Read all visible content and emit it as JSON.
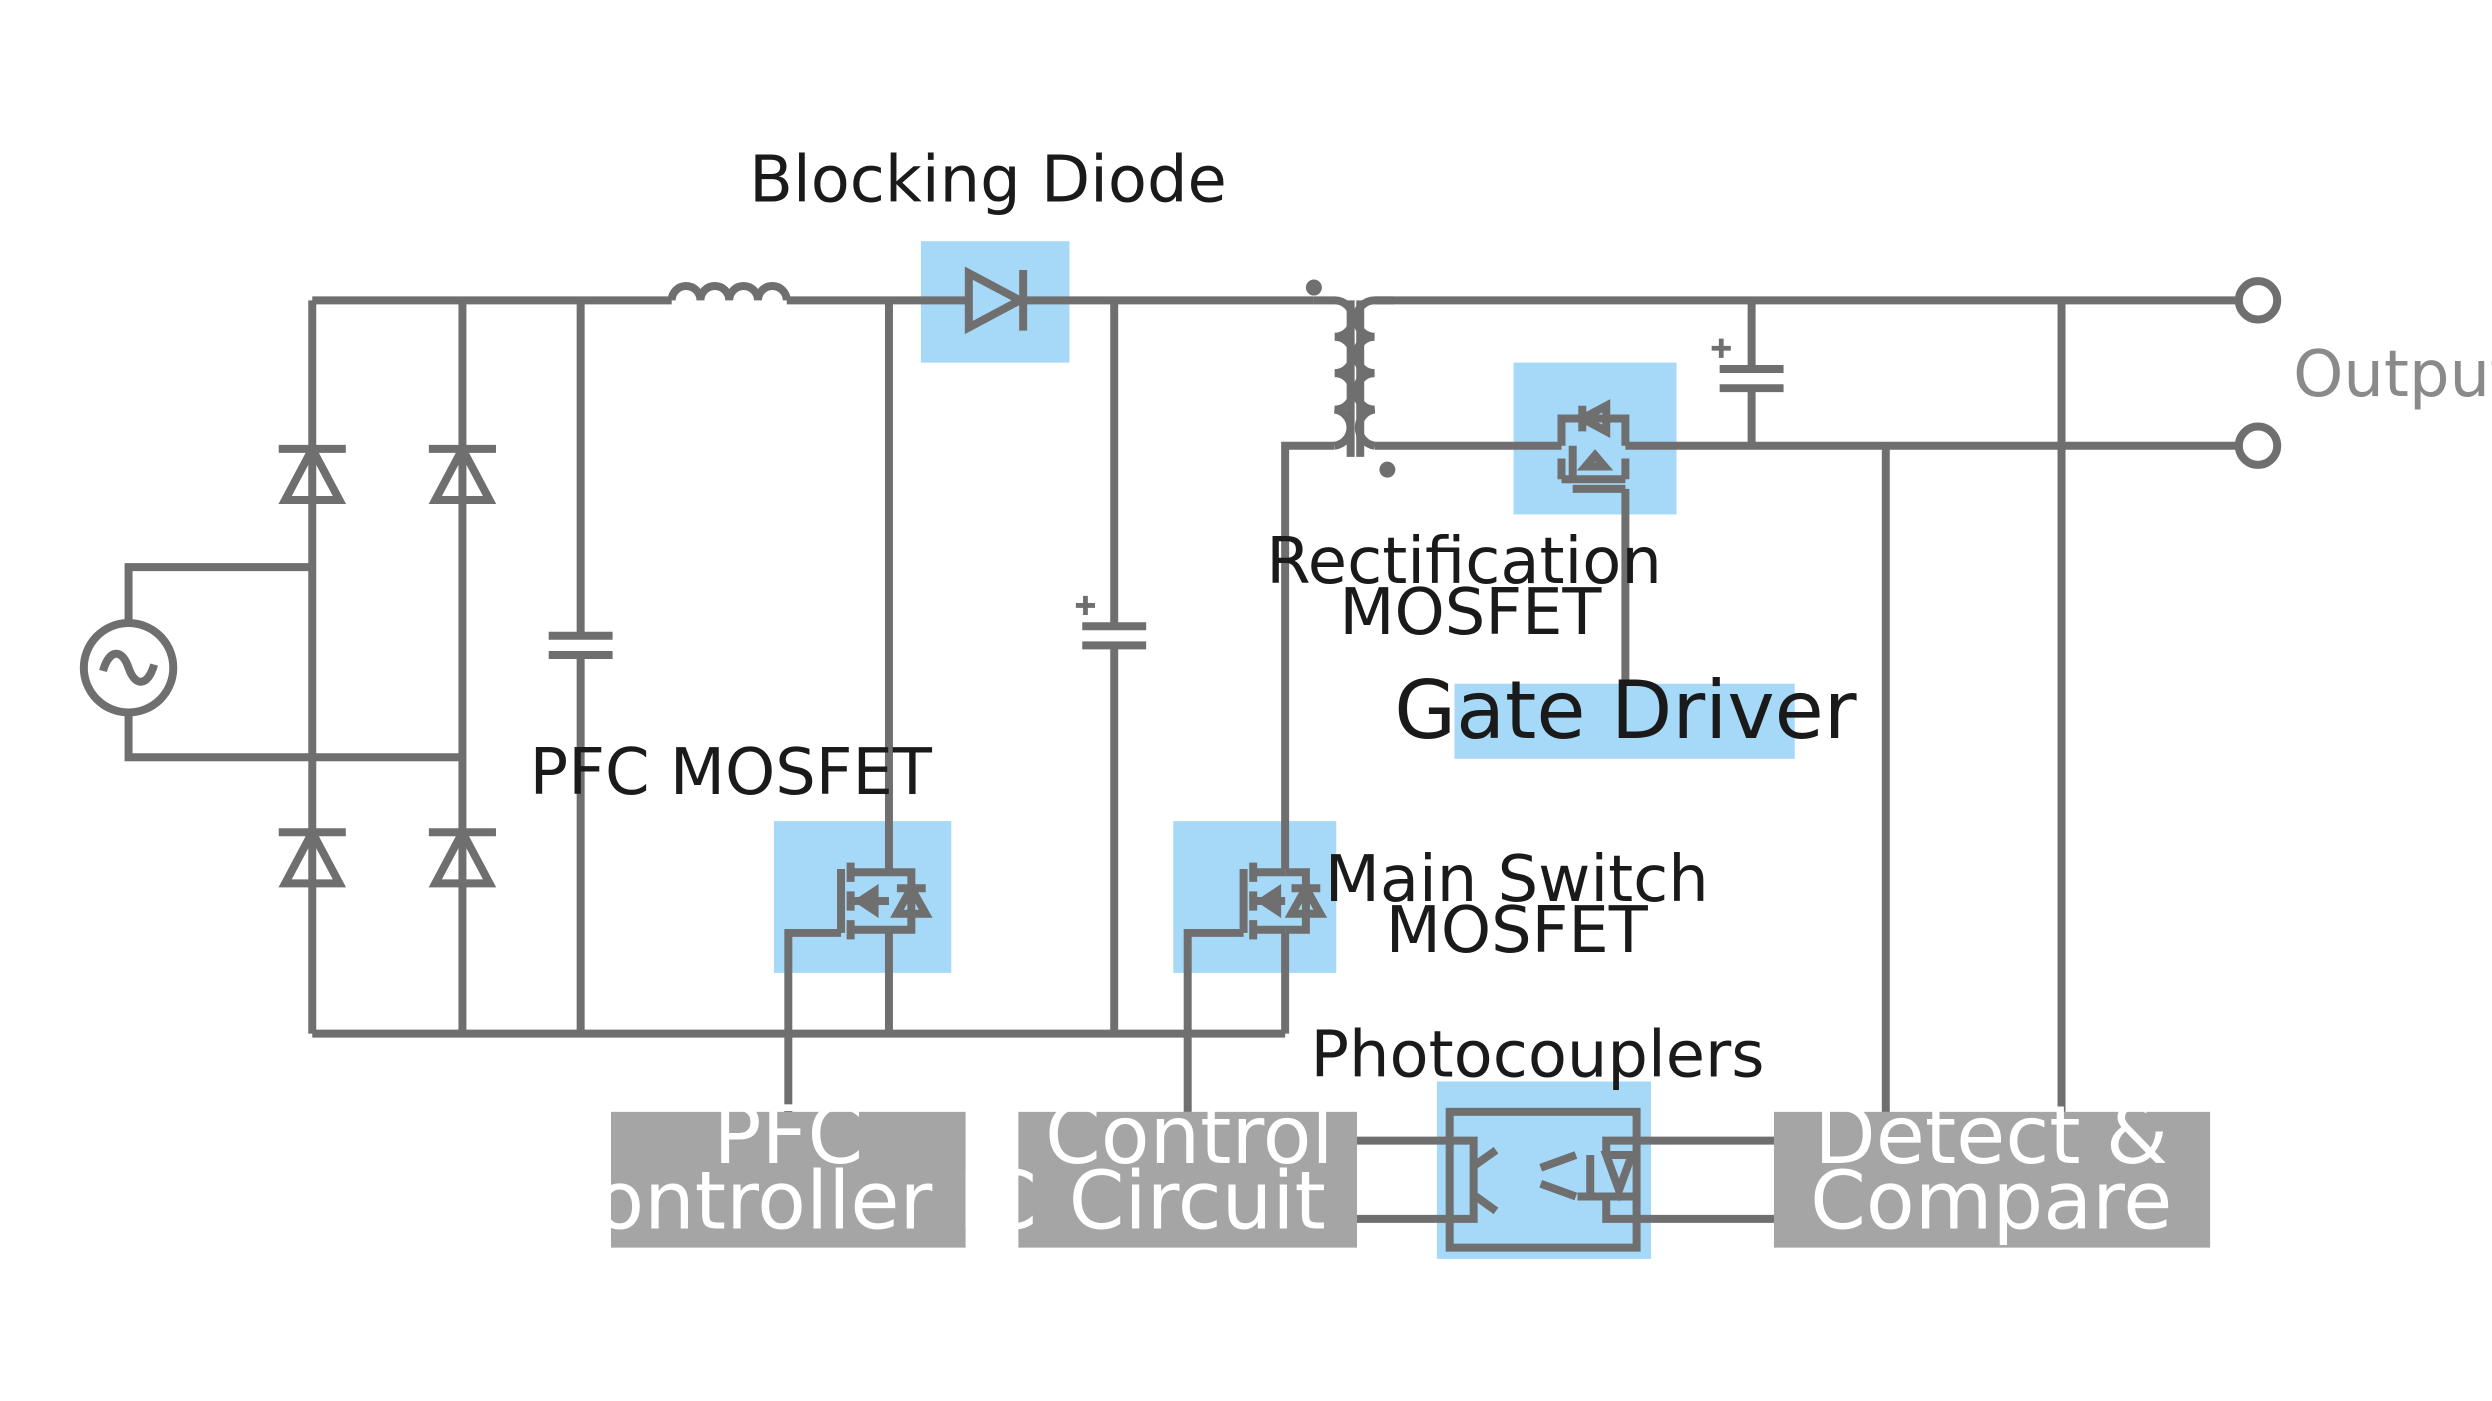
{
  "colors": {
    "wire": "#6f6f6f",
    "highlight": "#a6d8f7",
    "block": "#a5a5a5",
    "block_text": "#ffffff",
    "label_text": "#1a1a1a",
    "output_text": "#8a8a8a"
  },
  "labels": {
    "blocking_diode": "Blocking Diode",
    "output": "Output",
    "rectification_line1": "Rectification",
    "rectification_line2": "MOSFET",
    "pfc_mosfet": "PFC MOSFET",
    "main_switch_line1": "Main Switch",
    "main_switch_line2": "MOSFET",
    "photocouplers": "Photocouplers"
  },
  "blocks": {
    "gate_driver": "Gate Driver",
    "pfc_controller_line1": "PFC",
    "pfc_controller_line2": "Controller IC",
    "control_circuit_line1": "Control",
    "control_circuit_line2": "Circuit",
    "detect_compare_line1": "Detect &",
    "detect_compare_line2": "Compare"
  },
  "components": {
    "ac_source": "ac-source-icon",
    "bridge_diodes": "diode-icon",
    "capacitor": "capacitor-icon",
    "inductor": "inductor-icon",
    "transformer": "transformer-icon",
    "mosfet": "mosfet-icon",
    "output_terminal": "terminal-icon"
  }
}
